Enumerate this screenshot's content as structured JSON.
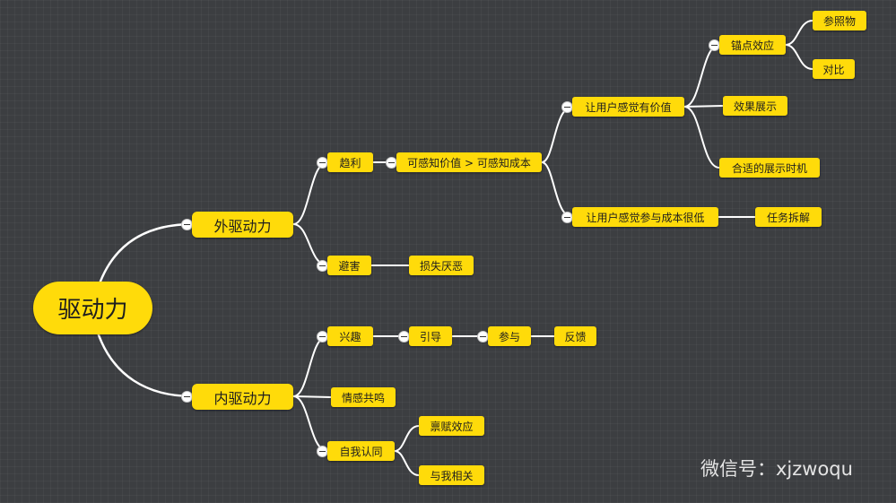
{
  "mindmap": {
    "root": "驱动力",
    "external": {
      "label": "外驱动力",
      "pursue": {
        "label": "趋利",
        "value_vs_cost": "可感知价值 > 可感知成本",
        "feel_value": {
          "label": "让用户感觉有价值",
          "anchor": {
            "label": "锚点效应",
            "reference": "参照物",
            "contrast": "对比"
          },
          "effect_show": "效果展示",
          "timing": "合适的展示时机"
        },
        "feel_cost": {
          "label": "让用户感觉参与成本很低",
          "task_split": "任务拆解"
        }
      },
      "avoid": {
        "label": "避害",
        "loss_aversion": "损失厌恶"
      }
    },
    "internal": {
      "label": "内驱动力",
      "interest": {
        "label": "兴趣",
        "guide": "引导",
        "participate": "参与",
        "feedback": "反馈"
      },
      "empathy": "情感共鸣",
      "identity": {
        "label": "自我认同",
        "endowment": "禀赋效应",
        "relevance": "与我相关"
      }
    }
  },
  "watermark": "微信号：xjzwoqu",
  "colors": {
    "node_fill": "#ffdb0a",
    "connector": "#ffffff",
    "background": "#3c3e41"
  }
}
